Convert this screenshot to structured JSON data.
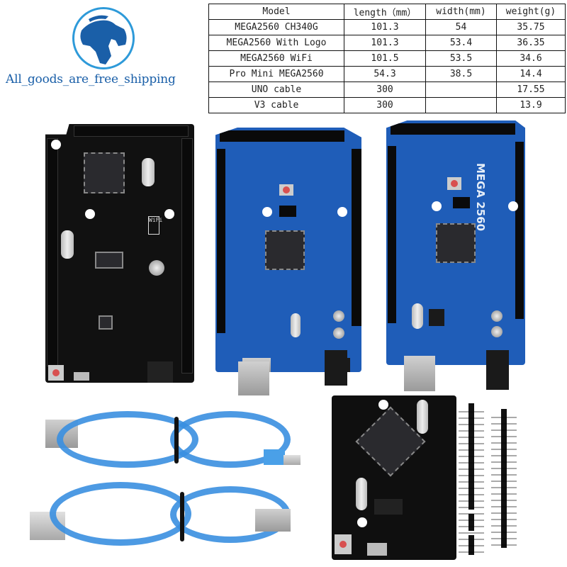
{
  "logo": {
    "icon": "globe-icon",
    "tagline": "All_goods_are_free_shipping",
    "color": "#1a5fa8",
    "ring_color": "#2e9ad9"
  },
  "spec_table": {
    "headers": [
      "Model",
      "length（mm）",
      "width(mm)",
      "weight(g)"
    ],
    "rows": [
      {
        "model": "MEGA2560 CH340G",
        "length": "101.3",
        "width": "54",
        "weight": "35.75"
      },
      {
        "model": "MEGA2560 With Logo",
        "length": "101.3",
        "width": "53.4",
        "weight": "36.35"
      },
      {
        "model": "MEGA2560 WiFi",
        "length": "101.5",
        "width": "53.5",
        "weight": "34.6"
      },
      {
        "model": "Pro Mini MEGA2560",
        "length": "54.3",
        "width": "38.5",
        "weight": "14.4"
      },
      {
        "model": "UNO cable",
        "length": "300",
        "width": "",
        "weight": "17.55"
      },
      {
        "model": "V3 cable",
        "length": "300",
        "width": "",
        "weight": "13.9"
      }
    ]
  },
  "products": {
    "wifi_board": {
      "name": "MEGA2560 WiFi",
      "silk_label": "WiFi",
      "color": "#111111"
    },
    "logo_board": {
      "name": "MEGA2560 With Logo",
      "color": "#1f5db8"
    },
    "ch340_board": {
      "name": "MEGA2560 CH340G",
      "silk_label": "MEGA 2560",
      "color": "#1f5db8"
    },
    "pro_mini": {
      "name": "Pro Mini MEGA2560",
      "color": "#0f0f0f"
    },
    "pin_headers": {
      "name": "Pin headers"
    },
    "uno_cable": {
      "name": "UNO cable",
      "color": "#3a8fe0"
    },
    "v3_cable": {
      "name": "V3 cable",
      "color": "#3a8fe0"
    }
  }
}
